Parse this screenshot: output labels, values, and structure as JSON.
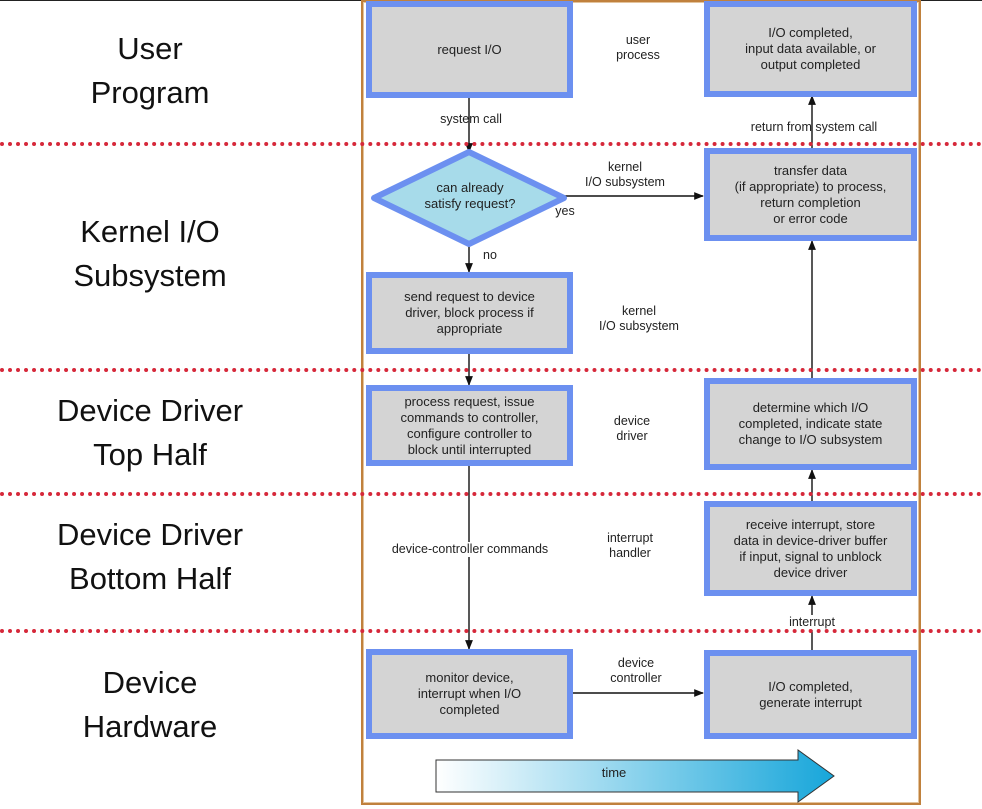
{
  "layers": [
    {
      "line1": "User",
      "line2": "Program"
    },
    {
      "line1": "Kernel I/O",
      "line2": "Subsystem"
    },
    {
      "line1": "Device Driver",
      "line2": "Top Half"
    },
    {
      "line1": "Device Driver",
      "line2": "Bottom Half"
    },
    {
      "line1": "Device",
      "line2": "Hardware"
    }
  ],
  "boxes": {
    "request_io": "request I/O",
    "io_completed_user": "I/O completed,\ninput data available, or\noutput completed",
    "transfer_data": "transfer data\n(if appropriate) to process,\nreturn completion\nor error code",
    "send_request": "send request to device\ndriver, block process if\nappropriate",
    "process_request": "process request, issue\ncommands to controller,\nconfigure controller to\nblock until interrupted",
    "determine_io": "determine which I/O\ncompleted, indicate state\nchange to I/O subsystem",
    "receive_interrupt": "receive interrupt, store\ndata in device-driver buffer\nif input, signal to unblock\ndevice driver",
    "monitor_device": "monitor device,\ninterrupt when I/O\ncompleted",
    "io_completed_hw": "I/O completed,\ngenerate interrupt"
  },
  "decision": "can already\nsatisfy request?",
  "notes": {
    "user_process": "user\nprocess",
    "system_call": "system call",
    "return_from_system_call": "return from system call",
    "kernel_io_1": "kernel\nI/O subsystem",
    "yes": "yes",
    "no": "no",
    "kernel_io_2": "kernel\nI/O subsystem",
    "device_driver": "device\ndriver",
    "interrupt_handler": "interrupt\nhandler",
    "device_controller_commands": "device-controller commands",
    "interrupt": "interrupt",
    "device_controller": "device\ncontroller"
  },
  "time_label": "time",
  "colors": {
    "box_fill": "#d4d4d4",
    "box_border": "#6c90f0",
    "decision_fill": "#a7dbea",
    "divider": "#d6283a",
    "frame": "#c0813d",
    "time_arrow_start": "#ffffff",
    "time_arrow_end": "#17a6da"
  }
}
